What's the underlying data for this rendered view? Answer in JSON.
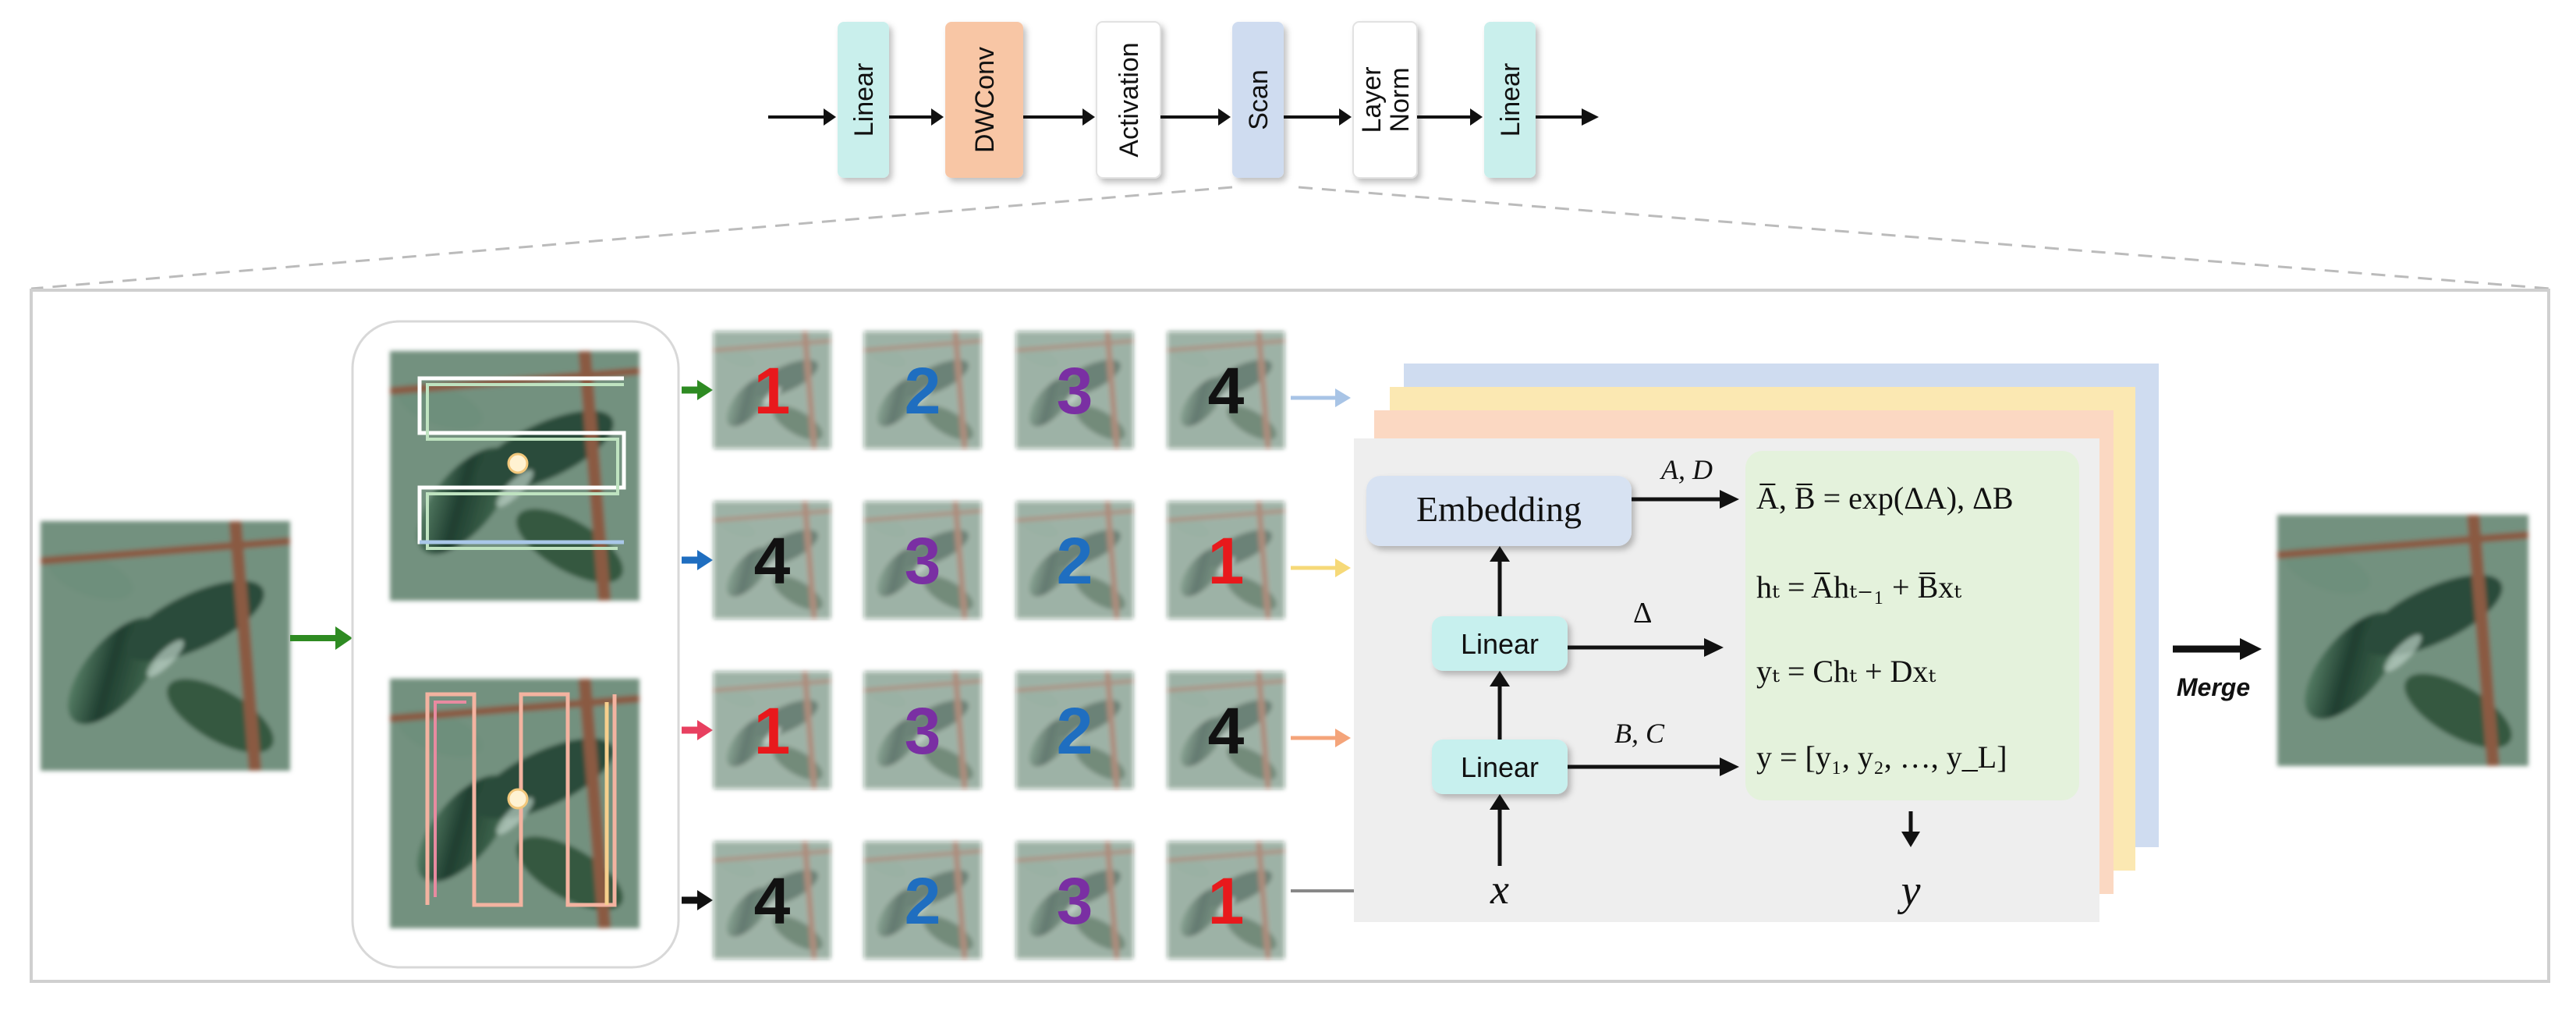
{
  "pipeline": {
    "blocks": [
      {
        "label": "Linear",
        "fill": "#c9efec",
        "lines": [
          "Linear"
        ]
      },
      {
        "label": "DWConv",
        "fill": "#f8c6a5",
        "lines": [
          "DWConv"
        ]
      },
      {
        "label": "Activation",
        "fill": "#ffffff",
        "lines": [
          "Activation"
        ]
      },
      {
        "label": "Scan",
        "fill": "#cfdcf0",
        "lines": [
          "Scan"
        ]
      },
      {
        "label": "Layer Norm",
        "fill": "#ffffff",
        "lines": [
          "Layer",
          "Norm"
        ]
      },
      {
        "label": "Linear",
        "fill": "#c9efec",
        "lines": [
          "Linear"
        ]
      }
    ]
  },
  "scan_rows": [
    {
      "arrow_color": "#2e8b22",
      "numbers": [
        "1",
        "2",
        "3",
        "4"
      ],
      "number_colors": [
        "#e8191c",
        "#1f6ec0",
        "#7a2fa3",
        "#111111"
      ],
      "out_arrow_color": "#a8c4e6"
    },
    {
      "arrow_color": "#1f6ec0",
      "numbers": [
        "4",
        "3",
        "2",
        "1"
      ],
      "number_colors": [
        "#111111",
        "#7a2fa3",
        "#1f6ec0",
        "#e8191c"
      ],
      "out_arrow_color": "#f6d978"
    },
    {
      "arrow_color": "#e84060",
      "numbers": [
        "1",
        "3",
        "2",
        "4"
      ],
      "number_colors": [
        "#e8191c",
        "#7a2fa3",
        "#1f6ec0",
        "#111111"
      ],
      "out_arrow_color": "#f4a47a"
    },
    {
      "arrow_color": "#111111",
      "numbers": [
        "4",
        "2",
        "3",
        "1"
      ],
      "number_colors": [
        "#111111",
        "#1f6ec0",
        "#7a2fa3",
        "#e8191c"
      ],
      "out_arrow_color": "#888888"
    }
  ],
  "ssm": {
    "embedding_label": "Embedding",
    "linear_top_label": "Linear",
    "linear_bottom_label": "Linear",
    "arrow_ad_label": "A, D",
    "arrow_delta_label": "Δ",
    "arrow_bc_label": "B, C",
    "input_label": "x",
    "output_label": "y",
    "equations": [
      "A̅, B̅ = exp(ΔA), ΔB",
      "hₜ = A̅hₜ₋₁ + B̅xₜ",
      "yₜ = Chₜ + Dxₜ",
      "y = [y₁, y₂, …, y_L]"
    ],
    "layer_colors": [
      "#cfdcf0",
      "#fbe8b2",
      "#fbd8c2",
      "#eeeeee"
    ]
  },
  "merge_label": "Merge",
  "colors": {
    "leaf_dark": "#1d3b2c",
    "leaf_mid": "#3d6a4e",
    "stem": "#8a5a43",
    "equation_bg": "#e4f2dc",
    "embedding_bg": "#d7e2f2",
    "linear_bg": "#c7f0ee"
  }
}
